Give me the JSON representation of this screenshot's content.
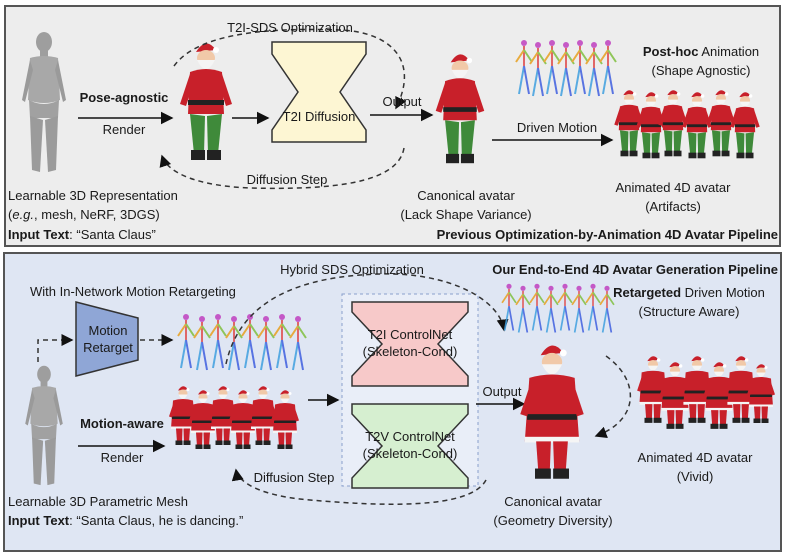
{
  "top": {
    "sds_label": "T2I-SDS Optimization",
    "pose_agnostic": "Pose-agnostic",
    "render": "Render",
    "t2i_diffusion": "T2I Diffusion",
    "output": "Output",
    "diffusion_step": "Diffusion Step",
    "driven_motion": "Driven Motion",
    "post_hoc_bold": "Post-hoc",
    "post_hoc_rest": " Animation",
    "shape_agnostic": "(Shape Agnostic)",
    "learnable_3d": "Learnable 3D Representation",
    "eg_italic": "e.g.",
    "eg_rest": ", mesh, NeRF, 3DGS)",
    "input_text_label": "Input Text",
    "input_text_value": ": “Santa Claus”",
    "canonical_avatar": "Canonical avatar",
    "lack_shape_variance": "(Lack Shape Variance)",
    "animated_4d": "Animated 4D avatar",
    "artifacts": "(Artifacts)",
    "pipeline_title": "Previous Optimization-by-Animation 4D Avatar Pipeline"
  },
  "bottom": {
    "hybrid_sds": "Hybrid SDS Optimization",
    "pipeline_title": "Our End-to-End 4D Avatar Generation Pipeline",
    "in_network": "With In-Network Motion Retargeting",
    "motion_retarget_1": "Motion",
    "motion_retarget_2": "Retarget",
    "t2i_controlnet": "T2I ControlNet",
    "t2i_cond": "(Skeleton-Cond)",
    "t2v_controlnet": "T2V ControlNet",
    "t2v_cond": "(Skeleton-Cond)",
    "retargeted_bold": "Retargeted",
    "retargeted_rest": " Driven Motion",
    "structure_aware": "(Structure Aware)",
    "motion_aware": "Motion-aware",
    "render": "Render",
    "output": "Output",
    "diffusion_step": "Diffusion Step",
    "animated_4d": "Animated 4D avatar",
    "vivid": "(Vivid)",
    "learnable_mesh": "Learnable 3D Parametric Mesh",
    "input_text_label": "Input Text",
    "input_text_value": ": “Santa Claus, he is dancing.”",
    "canonical_avatar": "Canonical avatar",
    "geometry_diversity": "(Geometry Diversity)"
  },
  "colors": {
    "top_bg": "#ededed",
    "bottom_bg": "#dfe6f3",
    "t2i_box": "#fdf6d3",
    "t2i_controlnet_box": "#f7c9c9",
    "t2v_controlnet_box": "#d6efd0",
    "motion_retarget_box": "#8fa6d6",
    "santa_red": "#c8202a",
    "santa_green": "#3f8a3a"
  }
}
